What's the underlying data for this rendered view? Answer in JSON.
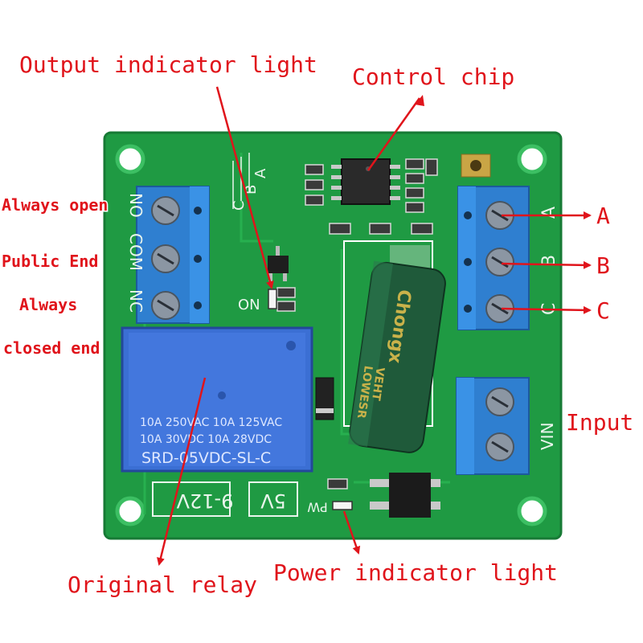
{
  "labels": {
    "output_indicator": "Output indicator light",
    "control_chip": "Control chip",
    "always_open": "Always open",
    "public_end": "Public End",
    "always_closed_1": "Always",
    "always_closed_2": "closed end",
    "terminal_a": "A",
    "terminal_b": "B",
    "terminal_c": "C",
    "input": "Input",
    "original_relay": "Original relay",
    "power_indicator": "Power indicator light"
  },
  "board_silk": {
    "no": "NO",
    "com": "COM",
    "nc": "NC",
    "on": "ON",
    "pw": "PW",
    "a": "A",
    "b": "B",
    "c": "C",
    "vin": "VIN",
    "voltage_range": "9-12V",
    "voltage_5v": "5V"
  },
  "relay": {
    "line1": "10A 250VAC  10A 125VAC",
    "line2": "10A  30VDC  10A  28VDC",
    "model": "SRD-05VDC-SL-C"
  },
  "capacitor": {
    "brand": "Chongx",
    "line1": "VEHT",
    "line2": "LOWESR"
  },
  "colors": {
    "board": "#1f9a43",
    "annotation": "#e0141b",
    "terminal": "#2f7fd0",
    "relay": "#3b6fd4"
  }
}
